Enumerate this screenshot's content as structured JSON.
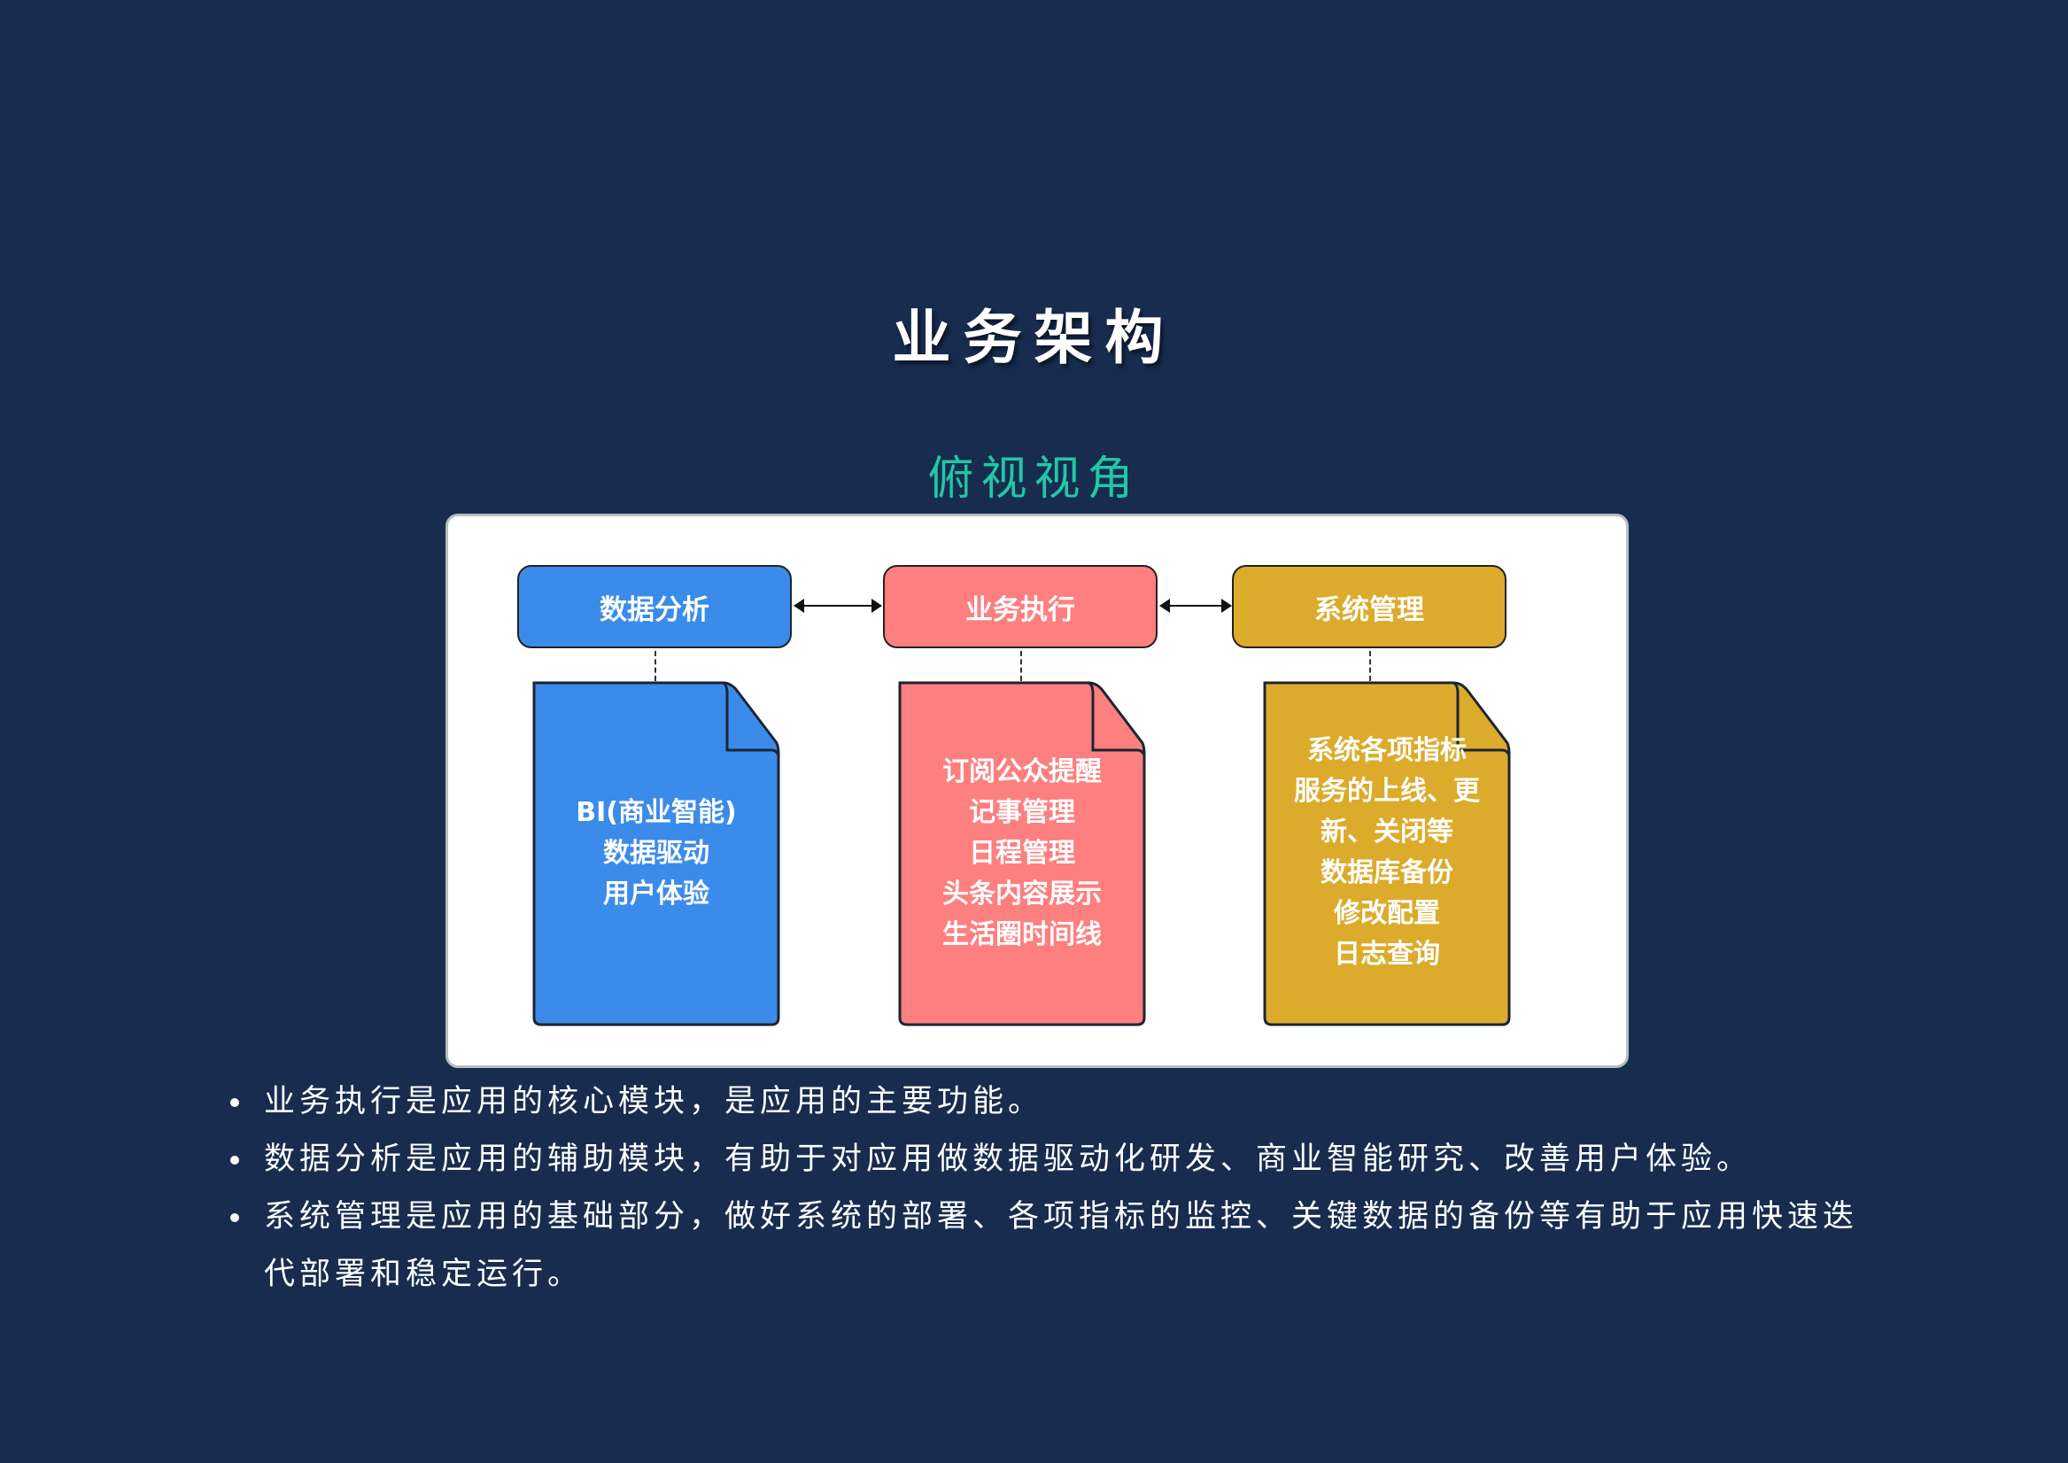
{
  "title": "业务架构",
  "subtitle": "俯视视角",
  "diagram": {
    "modules": [
      {
        "label": "数据分析",
        "color": "#3b8beb",
        "lines": [
          "BI(商业智能)",
          "数据驱动",
          "用户体验"
        ]
      },
      {
        "label": "业务执行",
        "color": "#fe7f7f",
        "lines": [
          "订阅公众提醒",
          "记事管理",
          "日程管理",
          "头条内容展示",
          "生活圈时间线"
        ]
      },
      {
        "label": "系统管理",
        "color": "#dcab2b",
        "lines": [
          "系统各项指标",
          "服务的上线、更",
          "新、关闭等",
          "数据库备份",
          "修改配置",
          "日志查询"
        ]
      }
    ]
  },
  "bullets": [
    "业务执行是应用的核心模块，是应用的主要功能。",
    "数据分析是应用的辅助模块，有助于对应用做数据驱动化研发、商业智能研究、改善用户体验。",
    "系统管理是应用的基础部分，做好系统的部署、各项指标的监控、关键数据的备份等有助于应用快速迭代部署和稳定运行。"
  ]
}
